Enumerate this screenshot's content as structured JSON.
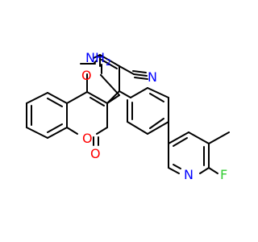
{
  "molecule": {
    "labels": {
      "nh2": "NH",
      "nh2_sub": "2",
      "o_ring1": "O",
      "o_ring2": "O",
      "o_carbonyl": "O",
      "nitrile_n": "N",
      "pyridine_n": "N",
      "fluoro": "F"
    },
    "colors": {
      "bond": "#000000",
      "nitrogen": "#0000ff",
      "oxygen": "#ff0000",
      "fluorine": "#33cc33"
    }
  }
}
